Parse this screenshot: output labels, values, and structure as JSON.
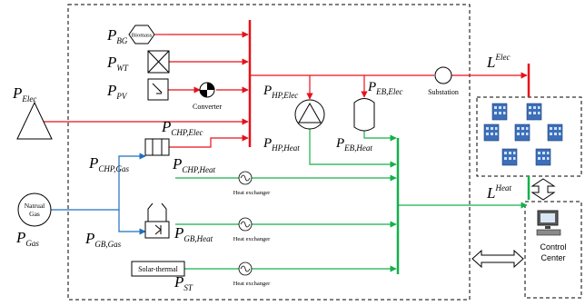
{
  "labels": {
    "p_bg": {
      "main": "P",
      "sub": "BG"
    },
    "p_wt": {
      "main": "P",
      "sub": "WT"
    },
    "p_pv": {
      "main": "P",
      "sub": "PV"
    },
    "p_elec": {
      "main": "P",
      "sub": "Elec"
    },
    "p_chp_gas": {
      "main": "P",
      "sub": "CHP,Gas"
    },
    "p_chp_elec": {
      "main": "P",
      "sub": "CHP,Elec"
    },
    "p_chp_heat": {
      "main": "P",
      "sub": "CHP,Heat"
    },
    "p_gb_gas": {
      "main": "P",
      "sub": "GB,Gas"
    },
    "p_gb_heat": {
      "main": "P",
      "sub": "GB,Heat"
    },
    "p_gas": {
      "main": "P",
      "sub": "Gas"
    },
    "p_st": {
      "main": "P",
      "sub": "ST"
    },
    "p_hp_elec": {
      "main": "P",
      "sub": "HP,Elec"
    },
    "p_hp_heat": {
      "main": "P",
      "sub": "HP,Heat"
    },
    "p_eb_elec": {
      "main": "P",
      "sub": "EB,Elec"
    },
    "p_eb_heat": {
      "main": "P",
      "sub": "EB,Heat"
    },
    "l_elec": {
      "main": "L",
      "sup": "Elec"
    },
    "l_heat": {
      "main": "L",
      "sup": "Heat"
    }
  },
  "components": {
    "biomass": "Biomass",
    "converter": "Converter",
    "substation": "Substation",
    "natural_gas_line1": "Natrual",
    "natural_gas_line2": "Gas",
    "solar_thermal": "Solar-thermal",
    "heat_exchanger": "Heat exchanger",
    "control_center_line1": "Control",
    "control_center_line2": "Center"
  },
  "colors": {
    "electric": "#e8101a",
    "heat": "#14b04a",
    "gas": "#1f6fbf",
    "building": "#3d6fb8"
  },
  "icons": [
    "hexagon-biomass-icon",
    "wind-turbine-icon",
    "pv-panel-icon",
    "converter-icon",
    "grid-triangle-icon",
    "substation-icon",
    "heat-pump-icon",
    "electric-boiler-icon",
    "chp-icon",
    "gas-boiler-icon",
    "heat-exchanger-icon",
    "computer-icon",
    "building-icon",
    "double-arrow-icon"
  ]
}
